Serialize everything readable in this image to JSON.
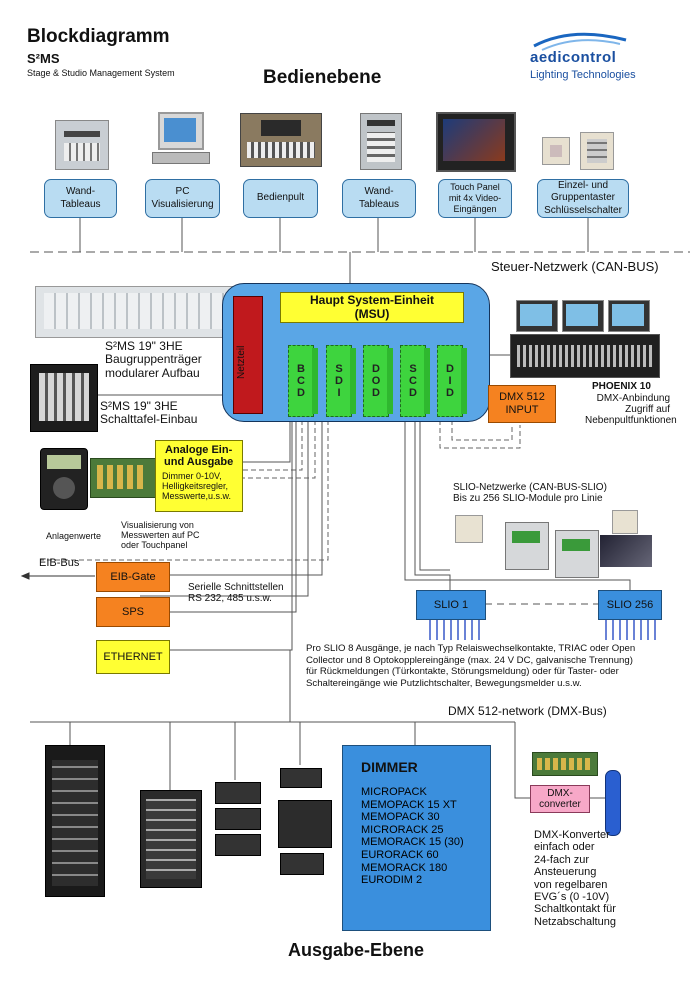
{
  "header": {
    "title": "Blockdiagramm",
    "product": "S²MS",
    "subtitle": "Stage & Studio Management System",
    "top_level": "Bedienebene",
    "logo_name": "aedicontrol",
    "logo_tag": "Lighting Technologies"
  },
  "top_devices": [
    {
      "label": "Wand-\nTableaus"
    },
    {
      "label": "PC\nVisualisierung"
    },
    {
      "label": "Bedienpult"
    },
    {
      "label": "Wand-\nTableaus"
    },
    {
      "label": "Touch Panel\nmit 4x Video-\nEingängen"
    },
    {
      "label": "Einzel- und\nGruppentaster\nSchlüsselschalter"
    }
  ],
  "steuer_netzwerk": "Steuer-Netzwerk (CAN-BUS)",
  "rack_19_label": "S²MS 19\" 3HE\nBaugruppenträger\nmodularer Aufbau",
  "panel_19_label": "S²MS 19\" 3HE\nSchalttafel-Einbau",
  "msu": {
    "main": "Haupt System-Einheit\n(MSU)",
    "netzteil": "Netzteil",
    "cards": [
      "BCD",
      "SDI",
      "DOD",
      "SCD",
      "DID"
    ]
  },
  "dmx_input": "DMX 512\nINPUT",
  "phoenix": {
    "name": "PHOENIX 10",
    "desc": "DMX-Anbindung\nZugriff auf\nNebenpultfunktionen"
  },
  "analog": {
    "title": "Analoge Ein-\nund Ausgabe",
    "desc": "Dimmer 0-10V,\nHelligkeitsregler,\nMesswerte,u.s.w."
  },
  "anlagenwerte": "Anlagenwerte",
  "visualisierung": "Visualisierung von\nMesswerten auf PC\noder Touchpanel",
  "slio_net": "SLIO-Netzwerke (CAN-BUS-SLIO)\nBis zu 256 SLIO-Module pro Linie",
  "eib_bus": "EIB-Bus",
  "eib_gate": "EIB-Gate",
  "sps": "SPS",
  "ethernet": "ETHERNET",
  "seriell": "Serielle Schnittstellen\nRS 232, 485 u.s.w.",
  "slio1": "SLIO 1",
  "slio256": "SLIO 256",
  "slio_desc": "Pro SLIO 8 Ausgänge, je nach Typ Relaiswechselkontakte, TRIAC oder Open\nCollector und 8 Optokopplereingänge (max. 24 V DC, galvanische Trennung)\nfür Rückmeldungen (Türkontakte, Störungsmeldung) oder für Taster- oder\nSchaltereingänge wie Putzlichtschalter, Bewegungsmelder  u.s.w.",
  "dmx_network": "DMX 512-network (DMX-Bus)",
  "dimmer": {
    "title": "DIMMER",
    "items": [
      "MICROPACK",
      "MEMOPACK 15 XT",
      "MEMOPACK 30",
      "MICRORACK 25",
      "MEMORACK 15 (30)",
      "EURORACK 60",
      "MEMORACK 180",
      "EURODIM 2"
    ]
  },
  "dmx_converter": "DMX-\nconverter",
  "dmx_konverter_desc": "DMX-Konverter\neinfach oder\n24-fach zur\nAnsteuerung\nvon regelbaren\nEVG´s  (0 -10V)\nSchaltkontakt für\nNetzabschaltung",
  "bottom_level": "Ausgabe-Ebene",
  "colors": {
    "msu_blue": "#5aa6e6",
    "box_light_blue": "#b9dcf2",
    "orange": "#f58220",
    "yellow": "#ffff33",
    "netzteil_red": "#c0191d",
    "card_green": "#3ed43e",
    "dimmer_blue": "#3a8fdd",
    "converter_pink": "#f7a8c8"
  }
}
